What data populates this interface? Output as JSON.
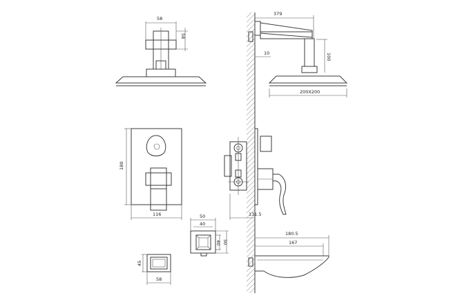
{
  "dimensions": {
    "head_top_width": "58",
    "head_top_height": "58",
    "arm_length": "379",
    "arm_wall_offset": "10",
    "head_drop": "100",
    "head_plate_size": "200X200",
    "valve_plate_height": "180",
    "valve_plate_width": "116",
    "valve_depth": "131.5",
    "diverter_outer_width": "50",
    "diverter_inner_width": "40",
    "diverter_inner_height": "40",
    "diverter_outer_height": "50",
    "outlet_height": "45",
    "outlet_width": "58",
    "spout_length_total": "180.5",
    "spout_length_inner": "167"
  },
  "colors": {
    "line": "#3a3a3a",
    "background": "#ffffff"
  }
}
